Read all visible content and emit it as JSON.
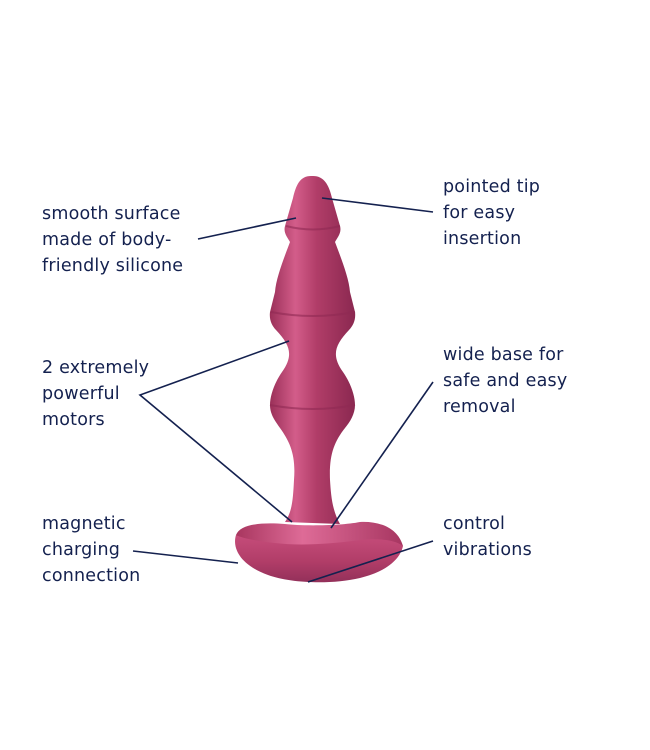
{
  "colors": {
    "product": "#b13d68",
    "product_dark": "#8e2a52",
    "product_highlight": "#e0739c",
    "text": "#14214f",
    "leader_line": "#14214f",
    "background": "#ffffff"
  },
  "callouts": {
    "smooth_surface": {
      "lines": [
        "smooth surface",
        "made of body-",
        "friendly silicone"
      ]
    },
    "pointed_tip": {
      "lines": [
        "pointed tip",
        "for easy",
        "insertion"
      ]
    },
    "motors": {
      "lines": [
        "2 extremely",
        "powerful",
        "motors"
      ]
    },
    "wide_base": {
      "lines": [
        "wide base for",
        "safe and easy",
        "removal"
      ]
    },
    "magnetic_charging": {
      "lines": [
        "magnetic",
        "charging",
        "connection"
      ]
    },
    "control_vibrations": {
      "lines": [
        "control",
        "vibrations"
      ]
    }
  }
}
